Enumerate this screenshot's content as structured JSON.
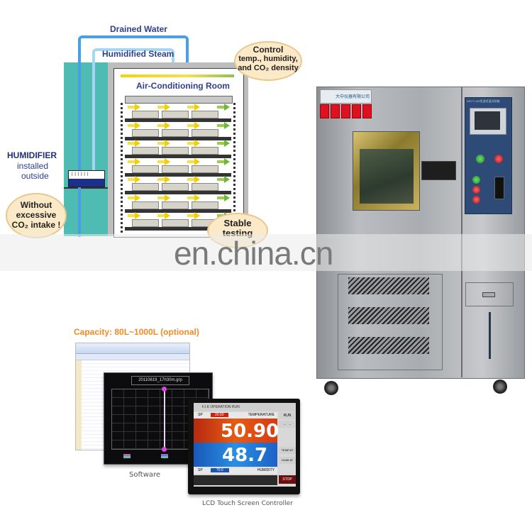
{
  "diagram": {
    "labels": {
      "drained_water": "Drained Water",
      "humidified_steam": "Humidified Steam",
      "air_conditioning_room": "Air-Conditioning Room",
      "humidifier_title": "HUMIDIFIER",
      "humidifier_line2": "installed",
      "humidifier_line3": "outside"
    },
    "bubbles": {
      "control_line1": "Control",
      "control_line2": "temp., humidity,",
      "control_line3": "and CO₂ density",
      "without_line1": "Without",
      "without_line2": "excessive",
      "without_line3": "CO₂ intake !",
      "stable_line1": "Stable",
      "stable_line2": "testing"
    },
    "colors": {
      "teal": "#4fbcb3",
      "pipe_blue": "#4a9fe0",
      "label_blue": "#2e3f8f",
      "arrow_yellow": "#f0d000",
      "arrow_green": "#5cb85c"
    }
  },
  "watermark": {
    "text": "en.china.cn"
  },
  "capacity": {
    "text": "Capacity: 80L~1000L (optional)",
    "color": "#f08a24"
  },
  "software": {
    "file_title": "20110819_17h30m.grp",
    "caption": "Software"
  },
  "lcd": {
    "header": "F.I.K OPERATION RUN",
    "sp_label": "SP",
    "sp_temp": "20.00",
    "temp_label": "TEMPERATURE",
    "temp_value": "50.90",
    "temp_unit": "℃",
    "hum_value": "48.7",
    "hum_unit": "%",
    "sp_hum": "70.0",
    "hum_label": "HUMIDITY",
    "side_buttons": [
      "RUN",
      "← →",
      "TEMP.AT",
      "HUMI.AT",
      "STOP"
    ],
    "caption": "LCD Touch Screen Controller"
  },
  "machine": {
    "logo_text": "大中仪器有限公司",
    "model_text": "DZCT-100恒温恒湿试验箱",
    "warning_labels": 5
  }
}
